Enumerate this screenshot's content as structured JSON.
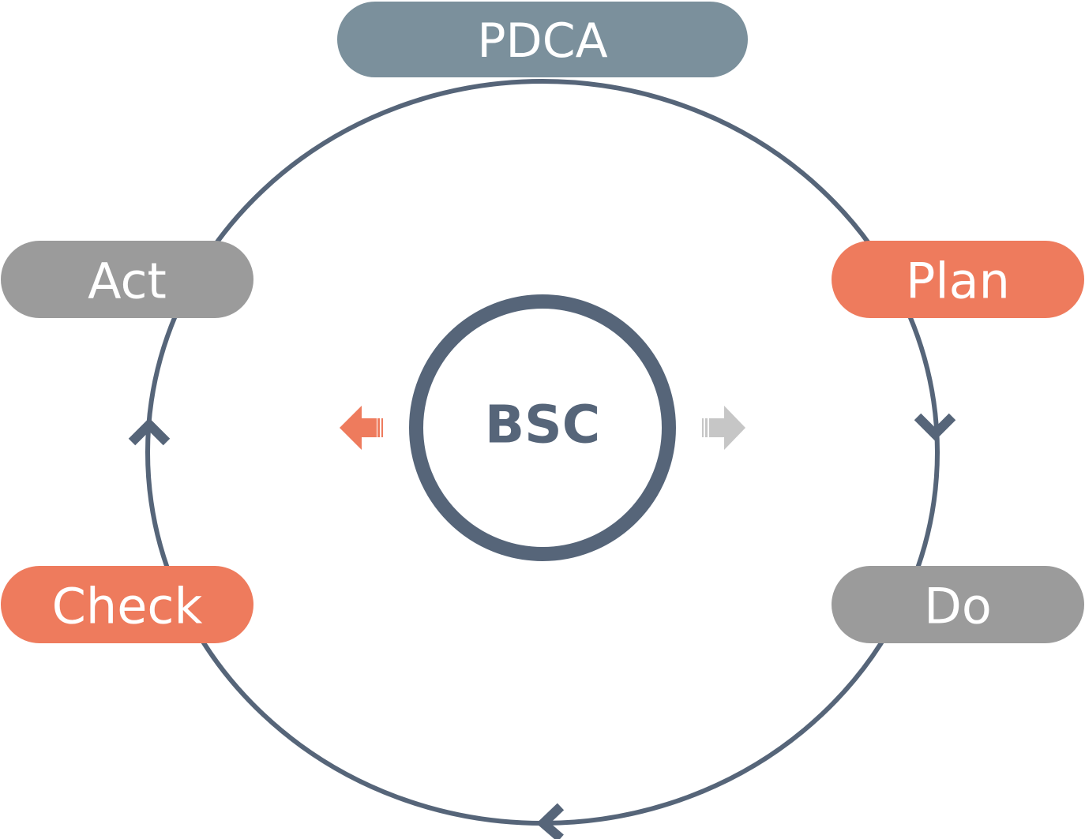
{
  "title": "PDCA",
  "center": "BSC",
  "stages": {
    "plan": "Plan",
    "do": "Do",
    "check": "Check",
    "act": "Act"
  },
  "colors": {
    "ring": "#566579",
    "title_fill": "#7b909c",
    "orange": "#ee7b5d",
    "gray": "#9b9b9b",
    "light_gray": "#c6c6c6",
    "white": "#ffffff"
  }
}
